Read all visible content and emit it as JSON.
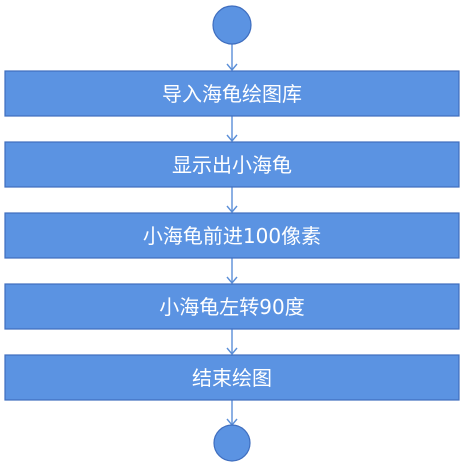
{
  "flowchart": {
    "start_node": "start",
    "end_node": "end",
    "steps": [
      {
        "id": "step-1",
        "label": "导入海龟绘图库"
      },
      {
        "id": "step-2",
        "label": "显示出小海龟"
      },
      {
        "id": "step-3",
        "label": "小海龟前进100像素"
      },
      {
        "id": "step-4",
        "label": "小海龟左转90度"
      },
      {
        "id": "step-5",
        "label": "结束绘图"
      }
    ],
    "colors": {
      "node_fill": "#5b93e2",
      "node_border": "#3f6ebf",
      "connector": "#5b8fd8",
      "text": "#ffffff"
    }
  }
}
